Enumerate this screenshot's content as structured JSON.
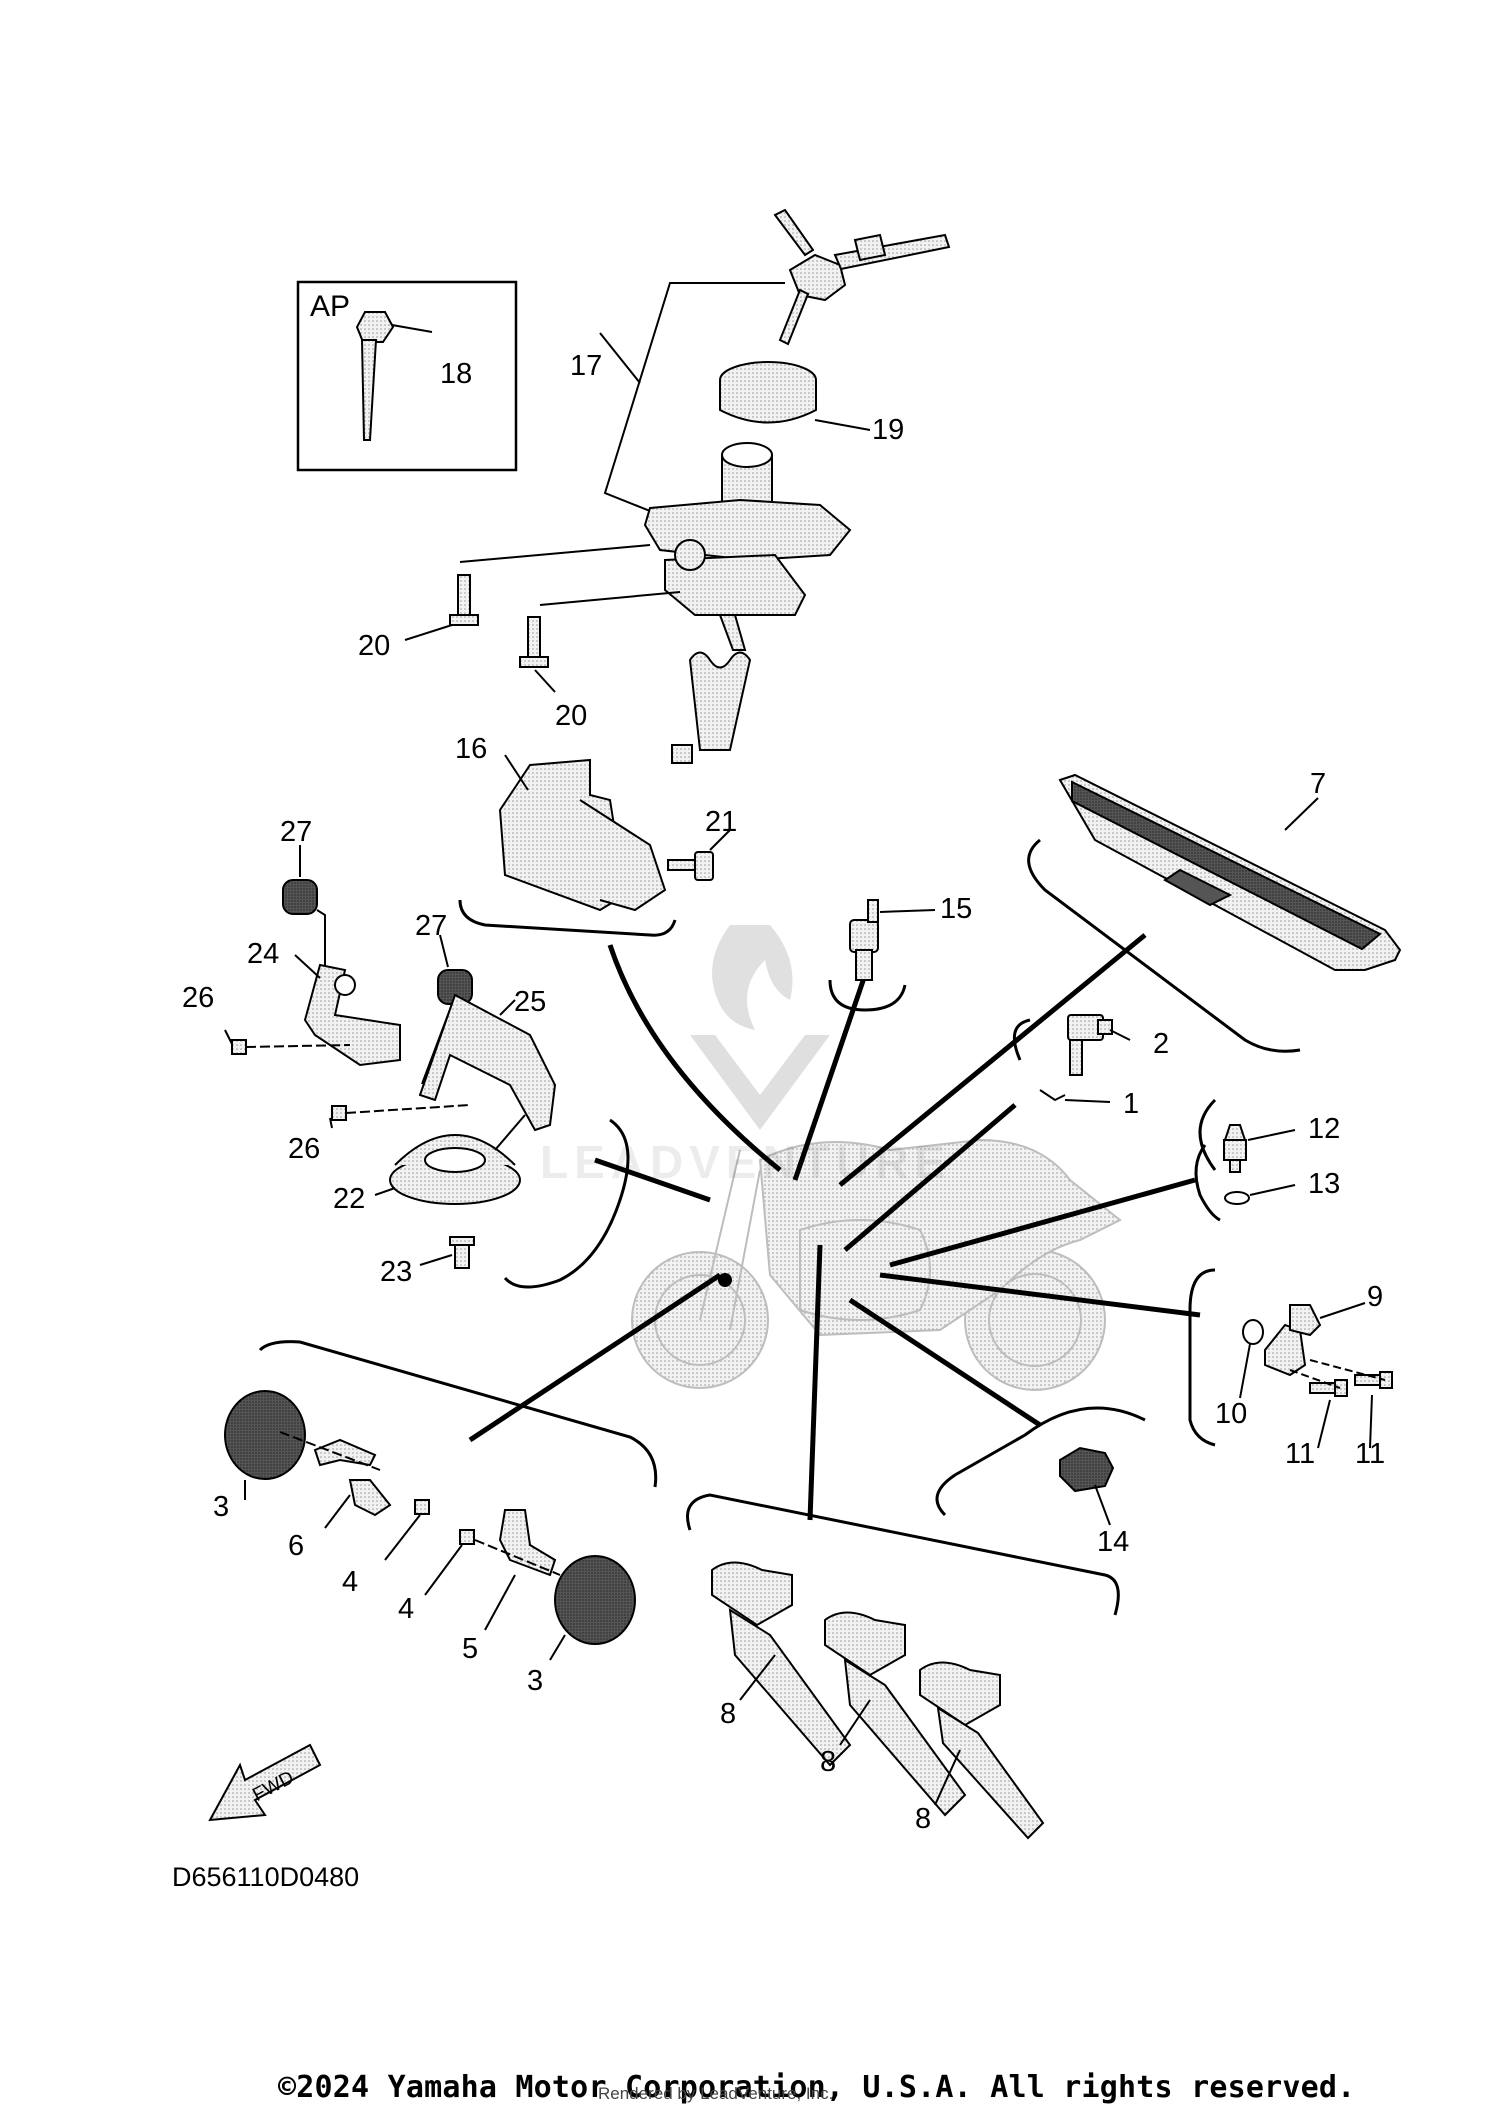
{
  "diagram": {
    "code": "D656110D0480",
    "inset_label": "AP",
    "fwd_label": "FWD",
    "copyright": "©2024 Yamaha Motor Corporation, U.S.A. All rights reserved.",
    "rendered_by": "Rendered by LeadVenture, Inc.",
    "watermark": "LEADVENTURE"
  },
  "callouts": [
    {
      "id": "c18",
      "text": "18"
    },
    {
      "id": "c17",
      "text": "17"
    },
    {
      "id": "c19",
      "text": "19"
    },
    {
      "id": "c20a",
      "text": "20"
    },
    {
      "id": "c20b",
      "text": "20"
    },
    {
      "id": "c16",
      "text": "16"
    },
    {
      "id": "c21",
      "text": "21"
    },
    {
      "id": "c27a",
      "text": "27"
    },
    {
      "id": "c27b",
      "text": "27"
    },
    {
      "id": "c24",
      "text": "24"
    },
    {
      "id": "c25",
      "text": "25"
    },
    {
      "id": "c26a",
      "text": "26"
    },
    {
      "id": "c26b",
      "text": "26"
    },
    {
      "id": "c22",
      "text": "22"
    },
    {
      "id": "c23",
      "text": "23"
    },
    {
      "id": "c15",
      "text": "15"
    },
    {
      "id": "c7",
      "text": "7"
    },
    {
      "id": "c2",
      "text": "2"
    },
    {
      "id": "c1",
      "text": "1"
    },
    {
      "id": "c12",
      "text": "12"
    },
    {
      "id": "c13",
      "text": "13"
    },
    {
      "id": "c9",
      "text": "9"
    },
    {
      "id": "c10",
      "text": "10"
    },
    {
      "id": "c11a",
      "text": "11"
    },
    {
      "id": "c11b",
      "text": "11"
    },
    {
      "id": "c14",
      "text": "14"
    },
    {
      "id": "c3a",
      "text": "3"
    },
    {
      "id": "c6",
      "text": "6"
    },
    {
      "id": "c4a",
      "text": "4"
    },
    {
      "id": "c4b",
      "text": "4"
    },
    {
      "id": "c5",
      "text": "5"
    },
    {
      "id": "c3b",
      "text": "3"
    },
    {
      "id": "c8a",
      "text": "8"
    },
    {
      "id": "c8b",
      "text": "8"
    },
    {
      "id": "c8c",
      "text": "8"
    }
  ]
}
